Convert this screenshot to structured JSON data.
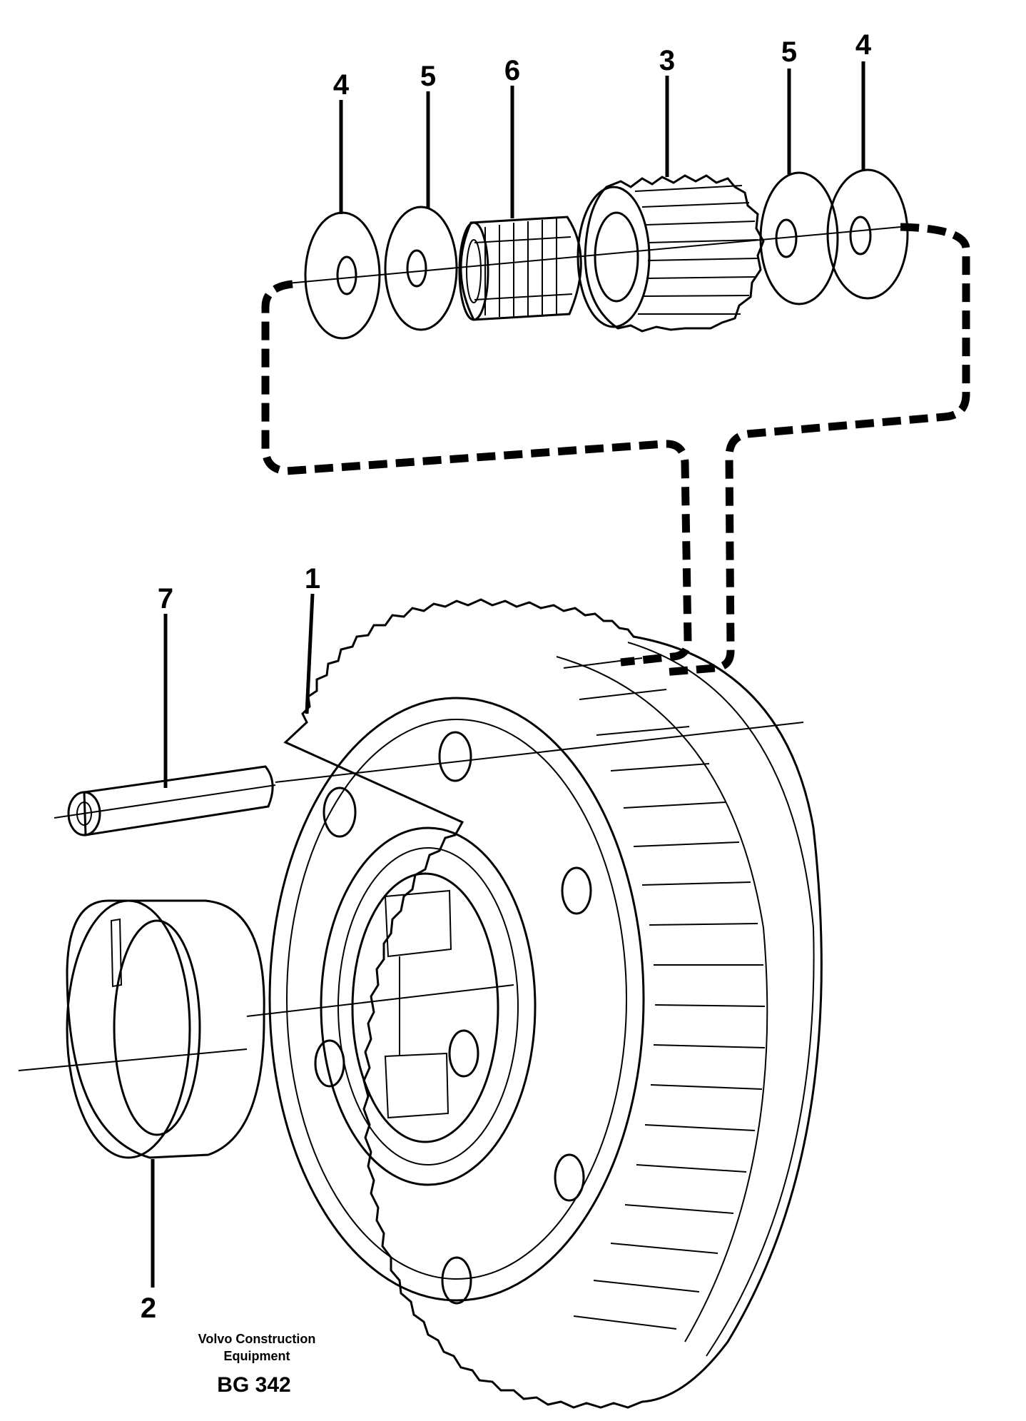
{
  "diagram": {
    "callouts": {
      "c1": "1",
      "c2": "2",
      "c3": "3",
      "c4a": "4",
      "c4b": "4",
      "c5a": "5",
      "c5b": "5",
      "c6": "6",
      "c7": "7"
    },
    "footer": {
      "line1": "Volvo Construction",
      "line2": "Equipment",
      "code": "BG 342"
    }
  }
}
